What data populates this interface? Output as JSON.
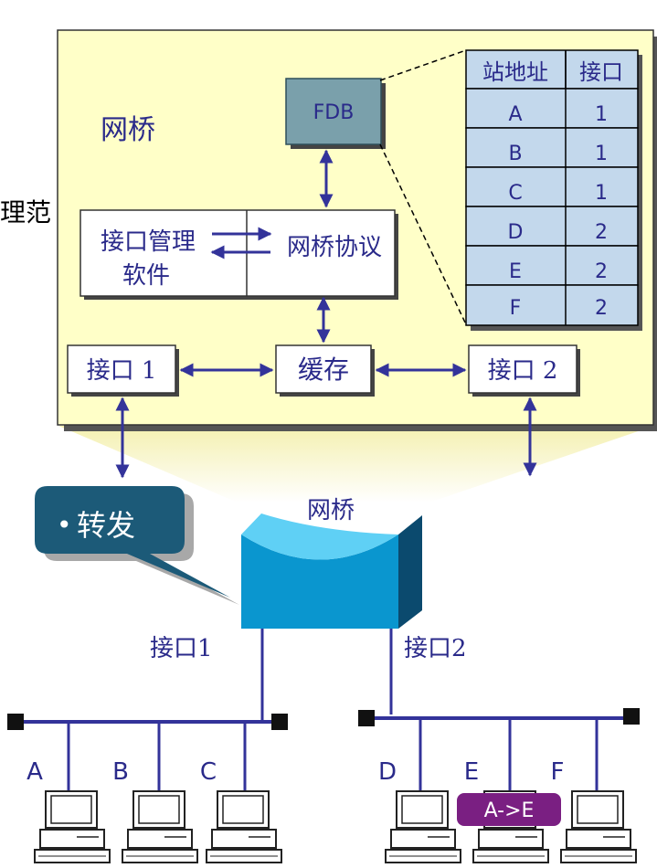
{
  "side_fragment": "理范",
  "bridge_panel": {
    "title": "网桥",
    "fdb_label": "FDB",
    "interface_mgmt": [
      "接口管理",
      "软件"
    ],
    "bridge_protocol": "网桥协议",
    "buffer": "缓存",
    "port1": "接口 1",
    "port2": "接口 2"
  },
  "fdb_table": {
    "headers": [
      "站地址",
      "接口"
    ],
    "rows": [
      {
        "station": "A",
        "port": "1"
      },
      {
        "station": "B",
        "port": "1"
      },
      {
        "station": "C",
        "port": "1"
      },
      {
        "station": "D",
        "port": "2"
      },
      {
        "station": "E",
        "port": "2"
      },
      {
        "station": "F",
        "port": "2"
      }
    ]
  },
  "callout": {
    "bullet": "•",
    "text": "转发"
  },
  "device": {
    "label": "网桥",
    "port1": "接口1",
    "port2": "接口2"
  },
  "lan_left": {
    "stations": [
      "A",
      "B",
      "C"
    ]
  },
  "lan_right": {
    "stations": [
      "D",
      "E",
      "F"
    ]
  },
  "frame_tag": "A->E",
  "colors": {
    "panel_bg": "#ffffc8",
    "fdb_box": "#7aa0ab",
    "table_cell": "#c3d8ec",
    "arrow": "#33339a",
    "callout": "#1c5a78",
    "device": "#0a96cf",
    "frame_tag": "#7a1f82"
  }
}
